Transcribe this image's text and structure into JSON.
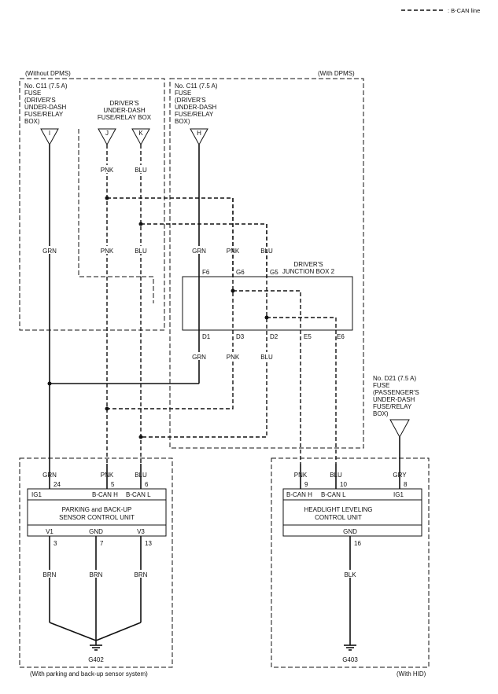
{
  "legend": {
    "label": ": B-CAN line"
  },
  "groups": {
    "without_dpms": "(Without DPMS)",
    "with_dpms": "(With DPMS)",
    "parking": "(With parking and back-up sensor system)",
    "hid": "(With HID)"
  },
  "fuse_c11": [
    "No. C11 (7.5 A)",
    "FUSE",
    "(DRIVER'S",
    "UNDER-DASH",
    "FUSE/RELAY",
    "BOX)"
  ],
  "fuse_c11_dpms": [
    "No. C11 (7.5 A)",
    "FUSE",
    "(DRIVER'S",
    "UNDER-DASH",
    "FUSE/RELAY",
    "BOX)"
  ],
  "fuse_d21": [
    "No. D21 (7.5 A)",
    "FUSE",
    "(PASSENGER'S",
    "UNDER-DASH",
    "FUSE/RELAY",
    "BOX)"
  ],
  "relay_box": [
    "DRIVER'S",
    "UNDER-DASH",
    "FUSE/RELAY BOX"
  ],
  "connectors": {
    "i": "I",
    "j": "J",
    "k": "K",
    "h": "H"
  },
  "junction_box": {
    "title": [
      "DRIVER'S",
      "JUNCTION BOX 2"
    ],
    "top_pins": [
      "F6",
      "G6",
      "G5"
    ],
    "bottom_pins": [
      "D1",
      "D3",
      "D2",
      "E5",
      "E6"
    ]
  },
  "wire_colors": {
    "pnk": "PNK",
    "blu": "BLU",
    "grn": "GRN",
    "gry": "GRY",
    "brn": "BRN",
    "blk": "BLK"
  },
  "parking_unit": {
    "name": [
      "PARKING and BACK-UP",
      "SENSOR CONTROL UNIT"
    ],
    "top_pins": [
      {
        "num": "24",
        "label": "IG1"
      },
      {
        "num": "5",
        "label": "B-CAN H"
      },
      {
        "num": "6",
        "label": "B-CAN L"
      }
    ],
    "bottom_pins": [
      {
        "num": "3",
        "label": "V1"
      },
      {
        "num": "7",
        "label": "GND"
      },
      {
        "num": "13",
        "label": "V3"
      }
    ],
    "ground": "G402"
  },
  "hid_unit": {
    "name": [
      "HEADLIGHT LEVELING",
      "CONTROL UNIT"
    ],
    "top_pins": [
      {
        "num": "9",
        "label": "B-CAN H"
      },
      {
        "num": "10",
        "label": "B-CAN L"
      },
      {
        "num": "8",
        "label": "IG1"
      }
    ],
    "bottom_pins": [
      {
        "num": "16",
        "label": "GND"
      }
    ],
    "ground": "G403"
  }
}
